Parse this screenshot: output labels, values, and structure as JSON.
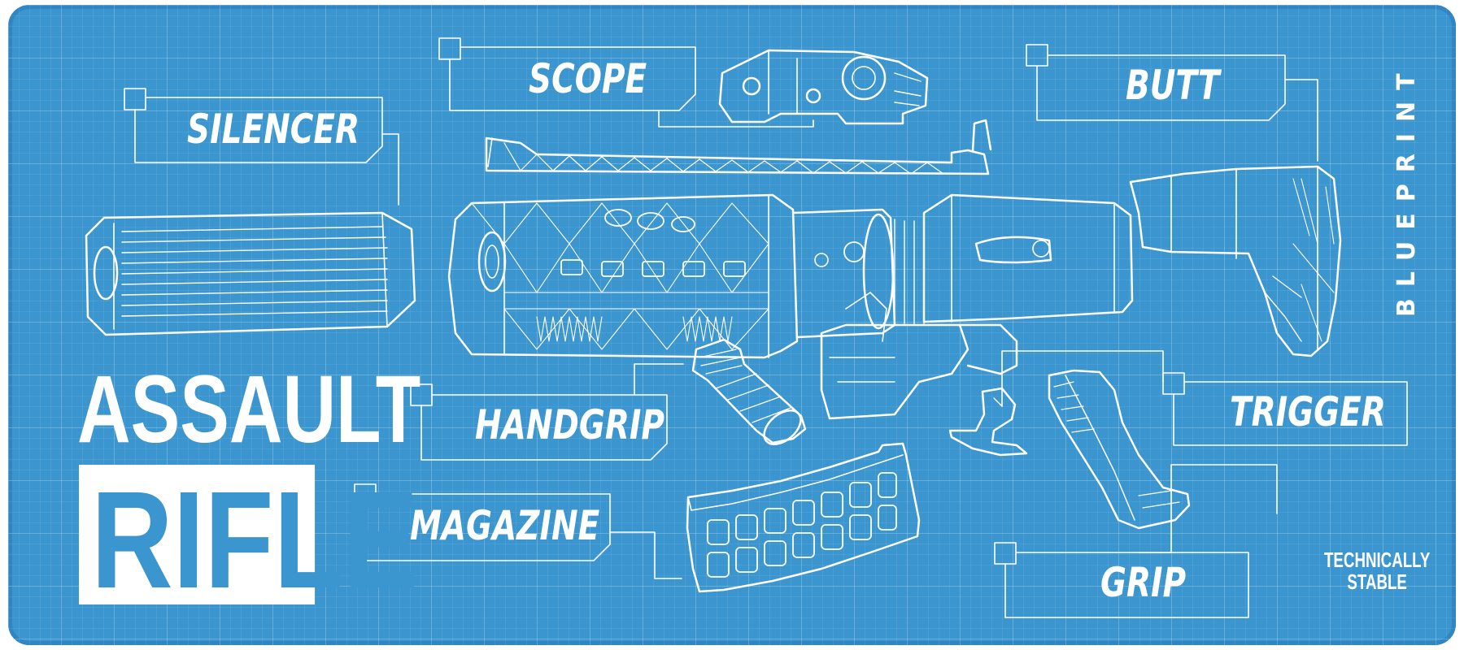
{
  "labels": {
    "silencer": "SILENCER",
    "scope": "SCOPE",
    "butt": "BUTT",
    "handgrip": "HANDGRIP",
    "trigger": "TRIGGER",
    "magazine": "MAGAZINE",
    "grip": "GRIP"
  },
  "title": {
    "line1": "ASSAULT",
    "line2": "RIFLE"
  },
  "side_text": "BLUEPRINT",
  "brand": "TECHNICALLY\nSTABLE",
  "colors": {
    "background": "#3b95cf",
    "lines": "#ffffff"
  }
}
